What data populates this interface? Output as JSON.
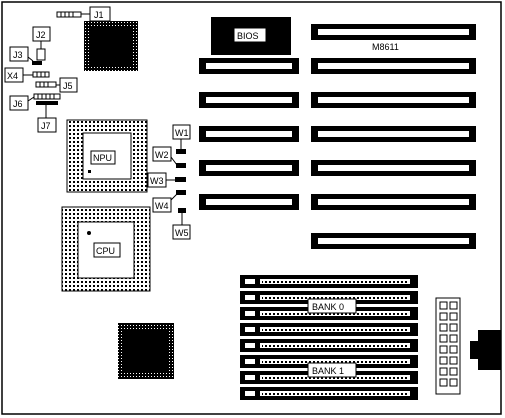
{
  "board": {
    "model": "M8611",
    "bios_label": "BIOS",
    "npu_label": "NPU",
    "cpu_label": "CPU",
    "bank0_label": "BANK 0",
    "bank1_label": "BANK 1"
  },
  "jumpers": {
    "j1": "J1",
    "j2": "J2",
    "j3": "J3",
    "x4": "X4",
    "j5": "J5",
    "j6": "J6",
    "j7": "J7",
    "w1": "W1",
    "w2": "W2",
    "w3": "W3",
    "w4": "W4",
    "w5": "W5"
  }
}
